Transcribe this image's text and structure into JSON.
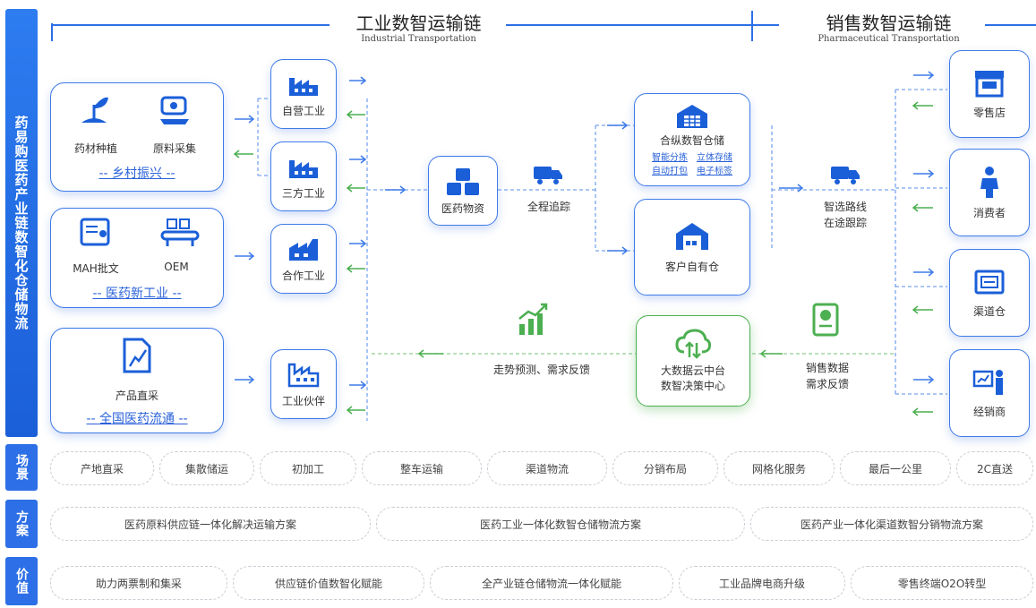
{
  "sidebar_title": "药易购医药产业链数智化仓储物流",
  "header": {
    "left_title": "工业数智运输链",
    "left_sub": "Industrial Transportation",
    "right_title": "销售数智运输链",
    "right_sub": "Pharmaceutical Transportation"
  },
  "source_cards": [
    {
      "items": [
        "药材种植",
        "原料采集"
      ],
      "caption": "-- 乡村振兴 --"
    },
    {
      "items": [
        "MAH批文",
        "OEM"
      ],
      "caption": "-- 医药新工业 --"
    },
    {
      "items": [
        "产品直采"
      ],
      "caption": "-- 全国医药流通 --"
    }
  ],
  "industry_nodes": [
    "自营工业",
    "三方工业",
    "合作工业",
    "工业伙伴"
  ],
  "center": {
    "goods": "医药物资",
    "trace": "全程追踪",
    "warehouse_title": "合纵数智仓储",
    "warehouse_features": [
      "智能分拣",
      "立体存储",
      "自动打包",
      "电子标签"
    ],
    "own_warehouse": "客户自有仓",
    "route_line1": "智选路线",
    "route_line2": "在途跟踪",
    "cloud_line1": "大数据云中台",
    "cloud_line2": "数智决策中心",
    "forecast": "走势预测、需求反馈",
    "sales_line1": "销售数据",
    "sales_line2": "需求反馈"
  },
  "sales_nodes": [
    "零售店",
    "消费者",
    "渠道仓",
    "经销商"
  ],
  "rows": {
    "scene_label": "场景",
    "scene": [
      "产地直采",
      "集散储运",
      "初加工",
      "整车运输",
      "渠道物流",
      "分销布局",
      "网格化服务",
      "最后一公里",
      "2C直送"
    ],
    "plan_label": "方案",
    "plan": [
      "医药原料供应链一体化解决运输方案",
      "医药工业一体化数智仓储物流方案",
      "医药产业一体化渠道数智分销物流方案"
    ],
    "value_label": "价值",
    "value": [
      "助力两票制和集采",
      "供应链价值数智化赋能",
      "全产业链仓储物流一体化赋能",
      "工业品牌电商升级",
      "零售终端O2O转型"
    ]
  },
  "colors": {
    "blue": "#3f7be8",
    "green": "#4caf50",
    "dark_blue": "#1b5fd8"
  }
}
